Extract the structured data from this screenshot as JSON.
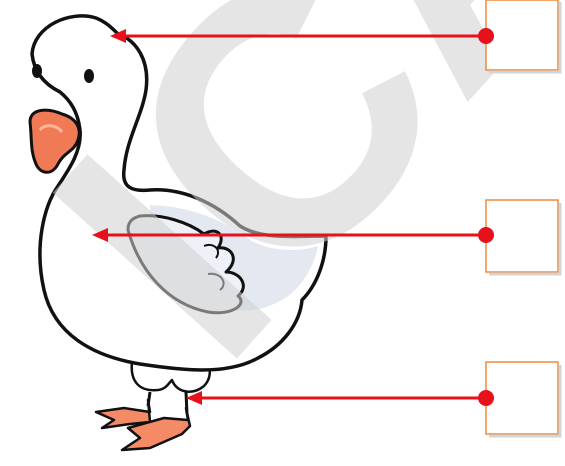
{
  "diagram": {
    "subject_icon": "goose-icon",
    "watermark_text": "ICA",
    "colors": {
      "arrow": "#e8101a",
      "box_border": "#f08a3c",
      "beak": "#f07a55",
      "feet": "#f58a66",
      "outline": "#111111",
      "body": "#ffffff",
      "body_shade": "#dde4ee",
      "watermark": "#d0d0d0"
    },
    "labels": [
      {
        "id": "head",
        "value": ""
      },
      {
        "id": "body",
        "value": ""
      },
      {
        "id": "leg",
        "value": ""
      }
    ]
  }
}
